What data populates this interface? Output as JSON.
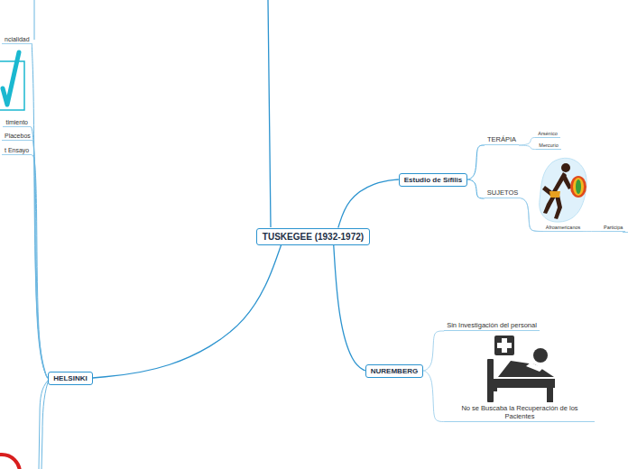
{
  "diagram": {
    "nodes": [
      {
        "text": [
          "TUSKEGEE (1932-1972)"
        ]
      },
      {
        "text": [
          "Estudio de Sífilis"
        ]
      },
      {
        "text": [
          "TERÁPIA"
        ]
      },
      {
        "text": [
          "Arsénico"
        ]
      },
      {
        "text": [
          "Mercurio"
        ]
      },
      {
        "text": [
          "SUJETOS"
        ]
      },
      {
        "text": [
          "Afroamericanos"
        ]
      },
      {
        "text": [
          "Participa"
        ]
      },
      {
        "text": [
          "NUREMBERG"
        ]
      },
      {
        "text": [
          "Sin Investigación del personal"
        ]
      },
      {
        "text": [
          "No se Buscaba la Recuperación de los Pacientes"
        ]
      },
      {
        "text": [
          "HELSINKI"
        ]
      },
      {
        "text": [
          "ncialidad"
        ]
      },
      {
        "text": [
          "timiento"
        ]
      },
      {
        "text": [
          "Placebos"
        ]
      },
      {
        "text": [
          "t Ensayo"
        ]
      }
    ],
    "edges": [
      {
        "from": 0,
        "to": 1,
        "arrow": "none"
      },
      {
        "from": 1,
        "to": 2,
        "arrow": "none"
      },
      {
        "from": 2,
        "to": 3,
        "arrow": "none"
      },
      {
        "from": 2,
        "to": 4,
        "arrow": "none"
      },
      {
        "from": 1,
        "to": 5,
        "arrow": "none"
      },
      {
        "from": 5,
        "to": 6,
        "arrow": "none"
      },
      {
        "from": 5,
        "to": 7,
        "arrow": "none"
      },
      {
        "from": 0,
        "to": 8,
        "arrow": "none"
      },
      {
        "from": 8,
        "to": 9,
        "arrow": "none"
      },
      {
        "from": 8,
        "to": 10,
        "arrow": "none"
      },
      {
        "from": 0,
        "to": 11,
        "arrow": "none"
      },
      {
        "from": 11,
        "to": 12,
        "arrow": "none"
      },
      {
        "from": 11,
        "to": 13,
        "arrow": "none"
      },
      {
        "from": 11,
        "to": 14,
        "arrow": "none"
      },
      {
        "from": 11,
        "to": 15,
        "arrow": "none"
      }
    ]
  }
}
